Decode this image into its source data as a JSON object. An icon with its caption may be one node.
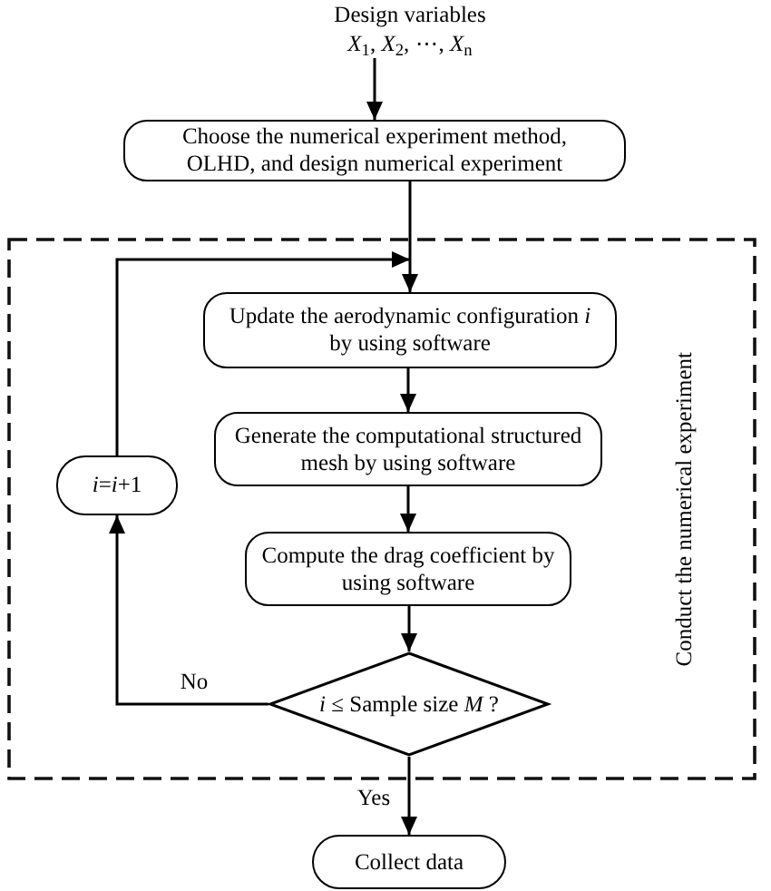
{
  "diagram": {
    "nodes": [
      {
        "text": [
          "Design variables",
          "*X*$_{1}$, *X*$_{2}$, ⋯, *X*$_{n}$"
        ]
      },
      {
        "text": [
          "Choose the numerical experiment method, OLHD, and design numerical experiment"
        ]
      },
      {
        "text": [
          "Conduct the numerical experiment"
        ]
      },
      {
        "text": [
          "Update the aerodynamic configuration *i* by using software"
        ],
        "in": 2
      },
      {
        "text": [
          "Generate the computational structured mesh by using software"
        ],
        "in": 2
      },
      {
        "text": [
          "*i*=*i*+1"
        ],
        "in": 2
      },
      {
        "text": [
          "Compute the drag coefficient by using software"
        ],
        "in": 2
      },
      {
        "text": [
          "*i* ≤ Sample size *M* ?"
        ],
        "in": 2
      },
      {
        "text": [
          "Collect data"
        ]
      }
    ],
    "edges": [
      {
        "from": 0,
        "to": 1,
        "arrow": "to"
      },
      {
        "from": 1,
        "to": 3,
        "arrow": "to"
      },
      {
        "from": 3,
        "to": 4,
        "arrow": "to"
      },
      {
        "from": 4,
        "to": 6,
        "arrow": "to"
      },
      {
        "from": 6,
        "to": 7,
        "arrow": "to"
      },
      {
        "from": 7,
        "to": 5,
        "arrow": "to",
        "label": "No"
      },
      {
        "from": 5,
        "to": 3,
        "arrow": "to"
      },
      {
        "from": 7,
        "to": 8,
        "arrow": "to",
        "label": "Yes"
      }
    ]
  }
}
